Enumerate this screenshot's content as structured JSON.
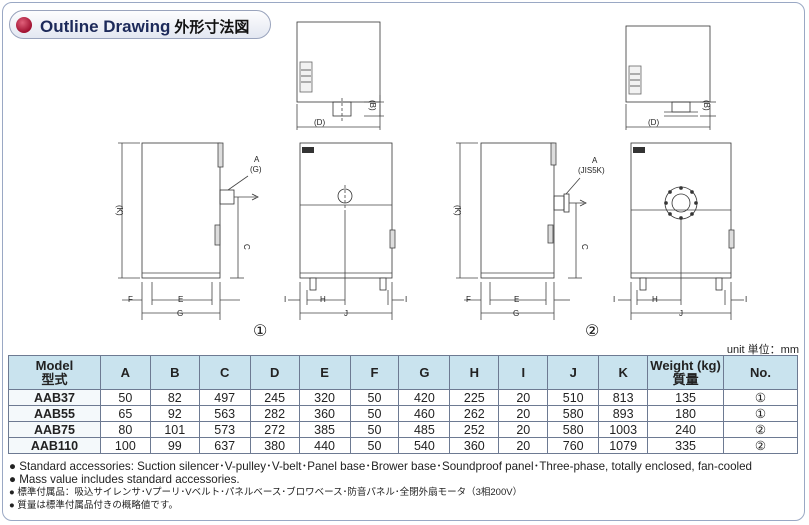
{
  "title": {
    "en": "Outline Drawing",
    "jp": "外形寸法図"
  },
  "labels": {
    "A": "A",
    "B": "(B)",
    "C": "C",
    "D": "(D)",
    "E": "E",
    "F": "F",
    "G": "G",
    "H": "H",
    "I": "I",
    "J": "J",
    "K": "(K)",
    "A_g": "(G)",
    "A_jis": "(JIS5K)",
    "fig1": "①",
    "fig2": "②"
  },
  "unit": "unit 単位：mm",
  "table": {
    "headers": [
      {
        "l1": "Model",
        "l2": "型式"
      },
      {
        "l1": "A",
        "l2": ""
      },
      {
        "l1": "B",
        "l2": ""
      },
      {
        "l1": "C",
        "l2": ""
      },
      {
        "l1": "D",
        "l2": ""
      },
      {
        "l1": "E",
        "l2": ""
      },
      {
        "l1": "F",
        "l2": ""
      },
      {
        "l1": "G",
        "l2": ""
      },
      {
        "l1": "H",
        "l2": ""
      },
      {
        "l1": "I",
        "l2": ""
      },
      {
        "l1": "J",
        "l2": ""
      },
      {
        "l1": "K",
        "l2": ""
      },
      {
        "l1": "Weight (kg)",
        "l2": "質量"
      },
      {
        "l1": "No.",
        "l2": ""
      }
    ],
    "rows": [
      [
        "AAB37",
        "50",
        "82",
        "497",
        "245",
        "320",
        "50",
        "420",
        "225",
        "20",
        "510",
        "813",
        "135",
        "①"
      ],
      [
        "AAB55",
        "65",
        "92",
        "563",
        "282",
        "360",
        "50",
        "460",
        "262",
        "20",
        "580",
        "893",
        "180",
        "①"
      ],
      [
        "AAB75",
        "80",
        "101",
        "573",
        "272",
        "385",
        "50",
        "485",
        "252",
        "20",
        "580",
        "1003",
        "240",
        "②"
      ],
      [
        "AAB110",
        "100",
        "99",
        "637",
        "380",
        "440",
        "50",
        "540",
        "360",
        "20",
        "760",
        "1079",
        "335",
        "②"
      ]
    ]
  },
  "notes": [
    "Standard accessories: Suction silencer･V-pulley･V-belt･Panel base･Brower base･Soundproof panel･Three-phase, totally enclosed, fan-cooled",
    "Mass value includes standard accessories.",
    "標準付属品：吸込サイレンサ･Vプーリ･Vベルト･パネルベース･ブロワベース･防音パネル･全閉外扇モータ（3相200V）",
    "質量は標準付属品付きの概略値です。"
  ],
  "colors": {
    "header_bg": "#c9e3ee",
    "title_dot": "#b0183a",
    "title_text": "#1d2a5a"
  }
}
